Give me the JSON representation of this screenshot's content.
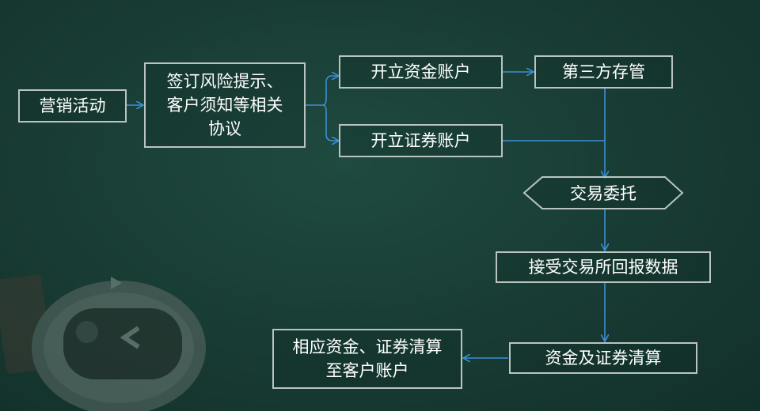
{
  "nodes": {
    "marketing": "营销活动",
    "sign_agreement_line1": "签订风险提示、",
    "sign_agreement_line2": "客户须知等相关",
    "sign_agreement_line3": "协议",
    "open_fund_account": "开立资金账户",
    "open_securities_account": "开立证券账户",
    "third_party_custody": "第三方存管",
    "trade_order": "交易委托",
    "receive_exchange_data": "接受交易所回报数据",
    "fund_securities_clearing": "资金及证券清算",
    "settle_to_customer_line1": "相应资金、证券清算",
    "settle_to_customer_line2": "至客户账户"
  },
  "colors": {
    "arrow": "#3b8fd6",
    "box_border": "#b9c4c0",
    "text": "#ffffff"
  }
}
